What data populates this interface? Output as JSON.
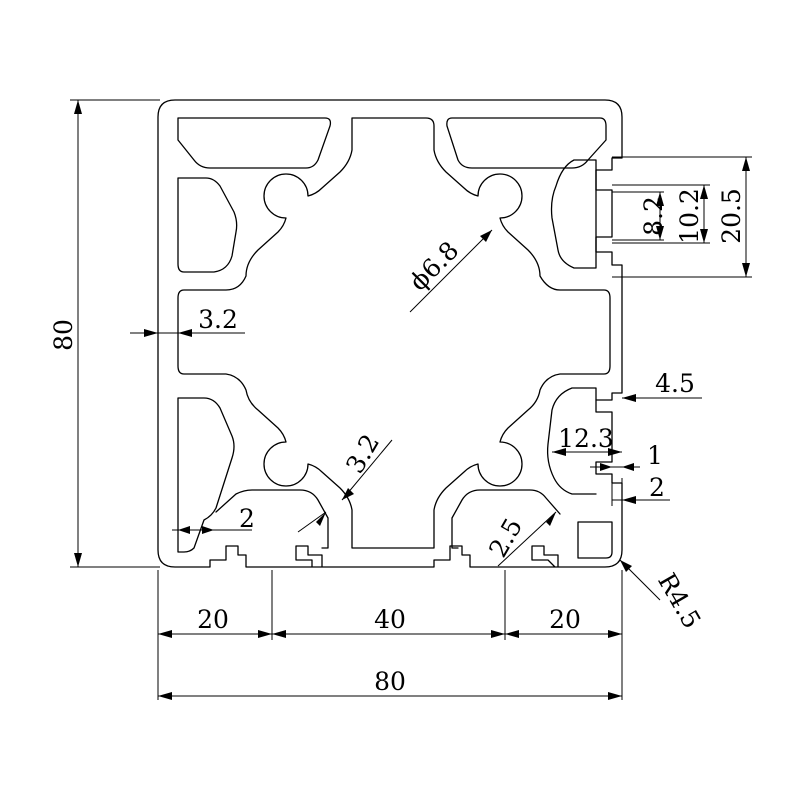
{
  "drawing": {
    "overall_height": "80",
    "overall_width": "80",
    "spacing_left": "20",
    "spacing_middle": "40",
    "spacing_right": "20",
    "wall_thickness": "3.2",
    "web_thickness": "3.2",
    "center_bore": "ϕ6.8",
    "slot_opening": "8.2",
    "slot_neck": "10.2",
    "slot_width": "20.5",
    "lip_thickness": "4.5",
    "slot_depth": "12.3",
    "lip_offset_1": "1",
    "lip_offset_2": "2",
    "bottom_lip": "2",
    "slot_web": "2.5",
    "corner_radius": "R4.5"
  }
}
